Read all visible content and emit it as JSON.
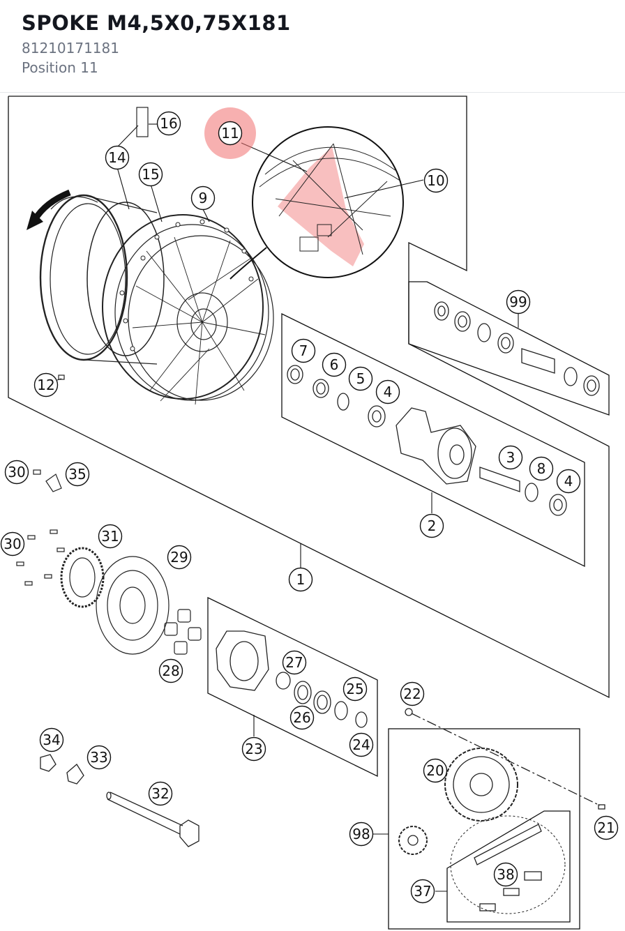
{
  "header": {
    "title": "SPOKE M4,5X0,75X181",
    "part_number": "81210171181",
    "position": "Position 11"
  },
  "diagram": {
    "highlight_color": "#f07070",
    "callouts": [
      {
        "id": "c16",
        "label": "16"
      },
      {
        "id": "c14",
        "label": "14"
      },
      {
        "id": "c15",
        "label": "15"
      },
      {
        "id": "c9",
        "label": "9"
      },
      {
        "id": "c11",
        "label": "11",
        "highlighted": true
      },
      {
        "id": "c10",
        "label": "10"
      },
      {
        "id": "c99",
        "label": "99"
      },
      {
        "id": "c12",
        "label": "12"
      },
      {
        "id": "c7",
        "label": "7"
      },
      {
        "id": "c6",
        "label": "6"
      },
      {
        "id": "c5",
        "label": "5"
      },
      {
        "id": "c4a",
        "label": "4"
      },
      {
        "id": "c3",
        "label": "3"
      },
      {
        "id": "c8",
        "label": "8"
      },
      {
        "id": "c4b",
        "label": "4"
      },
      {
        "id": "c2",
        "label": "2"
      },
      {
        "id": "c30a",
        "label": "30"
      },
      {
        "id": "c35",
        "label": "35"
      },
      {
        "id": "c30b",
        "label": "30"
      },
      {
        "id": "c31",
        "label": "31"
      },
      {
        "id": "c29",
        "label": "29"
      },
      {
        "id": "c1",
        "label": "1"
      },
      {
        "id": "c28",
        "label": "28"
      },
      {
        "id": "c27",
        "label": "27"
      },
      {
        "id": "c25",
        "label": "25"
      },
      {
        "id": "c26",
        "label": "26"
      },
      {
        "id": "c24",
        "label": "24"
      },
      {
        "id": "c23",
        "label": "23"
      },
      {
        "id": "c22",
        "label": "22"
      },
      {
        "id": "c34",
        "label": "34"
      },
      {
        "id": "c33",
        "label": "33"
      },
      {
        "id": "c32",
        "label": "32"
      },
      {
        "id": "c20",
        "label": "20"
      },
      {
        "id": "c21",
        "label": "21"
      },
      {
        "id": "c98",
        "label": "98"
      },
      {
        "id": "c38",
        "label": "38"
      },
      {
        "id": "c37",
        "label": "37"
      }
    ]
  }
}
